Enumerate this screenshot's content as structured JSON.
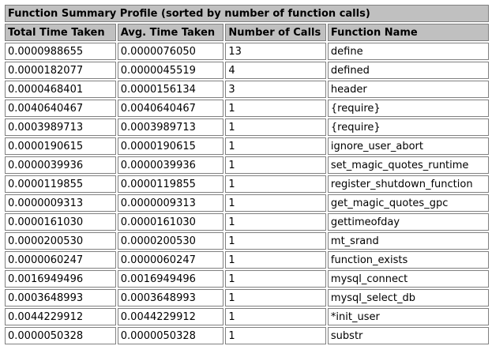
{
  "table": {
    "caption": "Function Summary Profile (sorted by number of function calls)",
    "headers": [
      "Total Time Taken",
      "Avg. Time Taken",
      "Number of Calls",
      "Function Name"
    ],
    "rows": [
      [
        "0.0000988655",
        "0.0000076050",
        "13",
        "define"
      ],
      [
        "0.0000182077",
        "0.0000045519",
        "4",
        "defined"
      ],
      [
        "0.0000468401",
        "0.0000156134",
        "3",
        "header"
      ],
      [
        "0.0040640467",
        "0.0040640467",
        "1",
        "{require}"
      ],
      [
        "0.0003989713",
        "0.0003989713",
        "1",
        "{require}"
      ],
      [
        "0.0000190615",
        "0.0000190615",
        "1",
        "ignore_user_abort"
      ],
      [
        "0.0000039936",
        "0.0000039936",
        "1",
        "set_magic_quotes_runtime"
      ],
      [
        "0.0000119855",
        "0.0000119855",
        "1",
        "register_shutdown_function"
      ],
      [
        "0.0000009313",
        "0.0000009313",
        "1",
        "get_magic_quotes_gpc"
      ],
      [
        "0.0000161030",
        "0.0000161030",
        "1",
        "gettimeofday"
      ],
      [
        "0.0000200530",
        "0.0000200530",
        "1",
        "mt_srand"
      ],
      [
        "0.0000060247",
        "0.0000060247",
        "1",
        "function_exists"
      ],
      [
        "0.0016949496",
        "0.0016949496",
        "1",
        "mysql_connect"
      ],
      [
        "0.0003648993",
        "0.0003648993",
        "1",
        "mysql_select_db"
      ],
      [
        "0.0044229912",
        "0.0044229912",
        "1",
        "*init_user"
      ],
      [
        "0.0000050328",
        "0.0000050328",
        "1",
        "substr"
      ]
    ]
  }
}
